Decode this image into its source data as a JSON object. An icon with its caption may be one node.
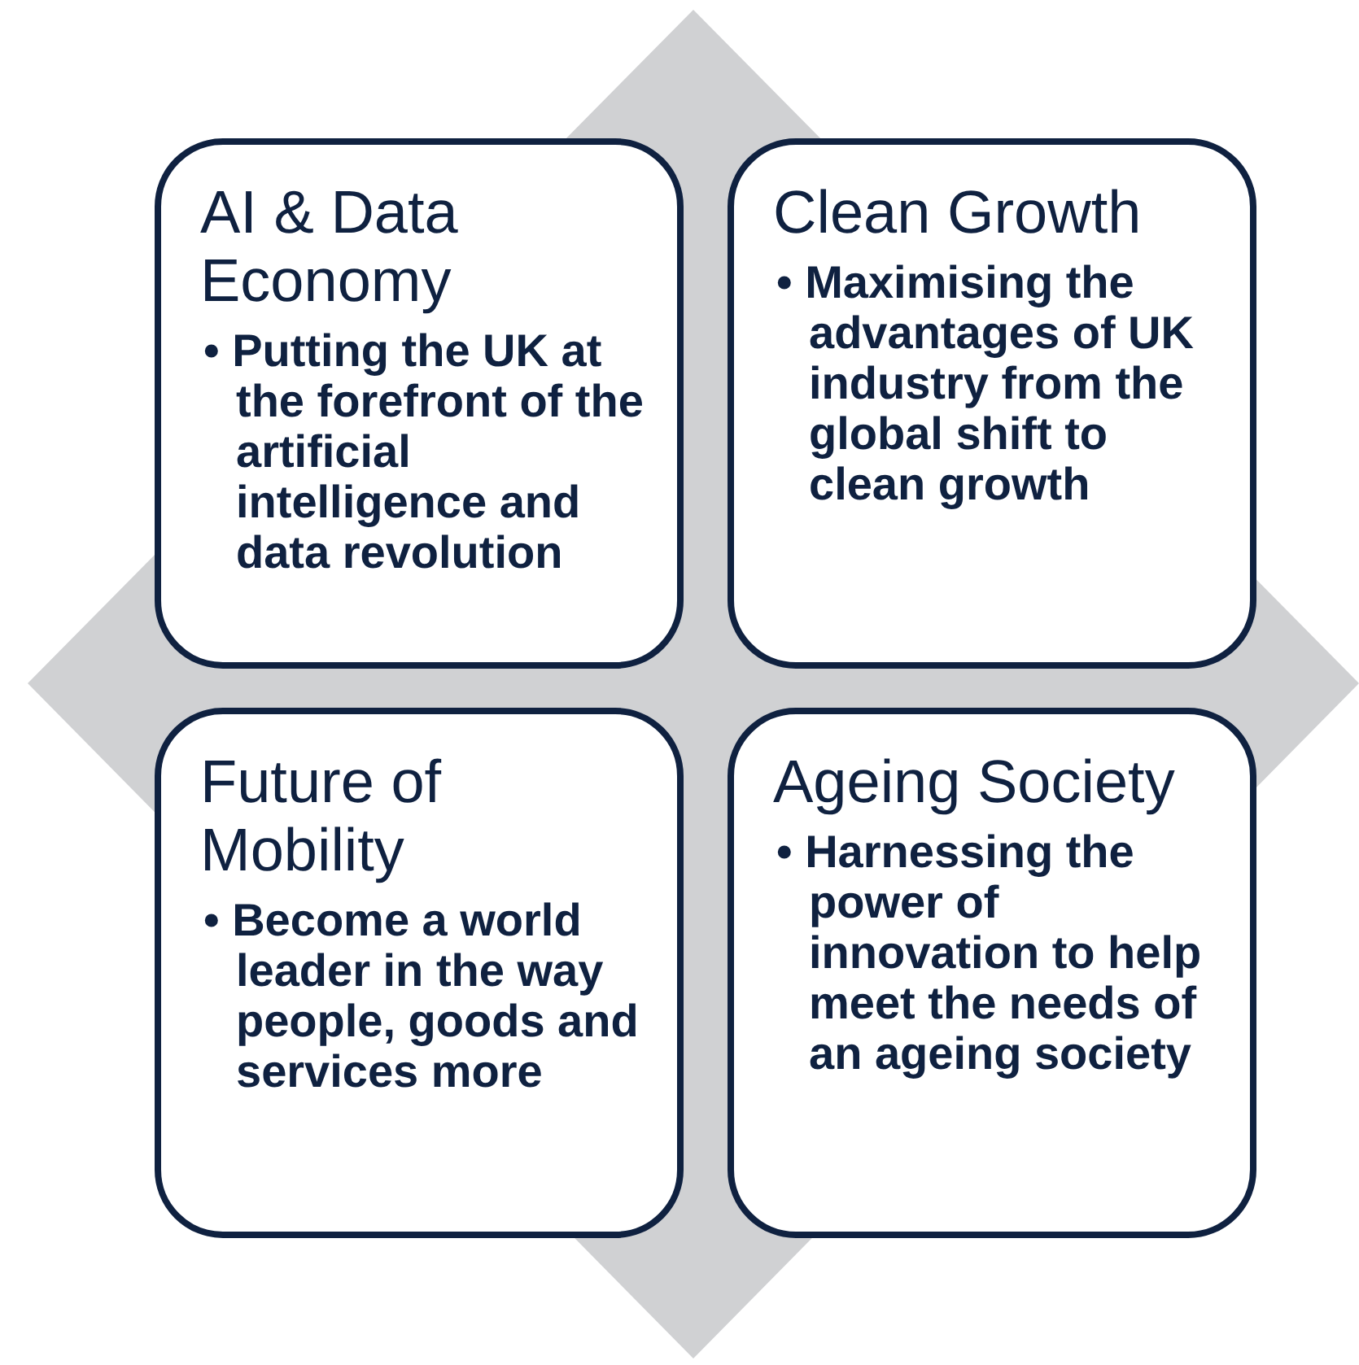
{
  "diagram": {
    "nodes": [
      {
        "text": [
          "AI & Data Economy",
          "• Putting the UK at the forefront of the artificial intelligence and data revolution"
        ]
      },
      {
        "text": [
          "Clean Growth",
          "• Maximising the advantages of UK industry from the global shift to clean growth"
        ]
      },
      {
        "text": [
          "Future of Mobility",
          "• Become a world leader in the way people, goods and services more"
        ]
      },
      {
        "text": [
          "Ageing Society",
          "• Harnessing the power of innovation to help meet the needs of an ageing society"
        ]
      }
    ]
  }
}
